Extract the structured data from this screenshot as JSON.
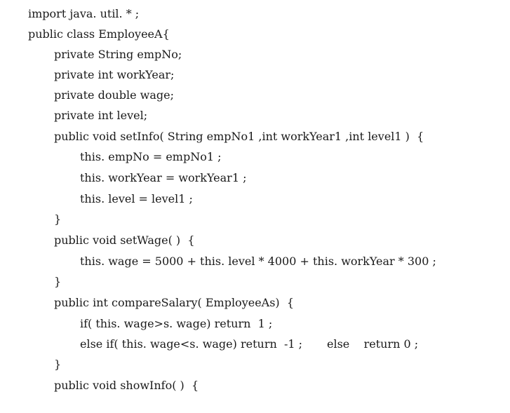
{
  "code_lines": [
    "import java. util. * ;",
    "public class EmployeeA{",
    "private String empNo;",
    "private int workYear;",
    "private double wage;",
    "private int level;",
    "public void setInfo( String empNo1 ,int workYear1 ,int level1 )  {",
    "this. empNo = empNo1 ;",
    "this. workYear = workYear1 ;",
    "this. level = level1 ;",
    "}",
    "public void setWage( )  {",
    "this. wage = 5000 + this. level * 4000 + this. workYear * 300 ;",
    "}",
    "public int compareSalary( EmployeeAs)  {",
    "if( this. wage>s. wage) return  1 ;",
    "else if( this. wage<s. wage) return  -1 ;",
    "}",
    "public void showInfo( )  {"
  ],
  "extra_segment": "else    return 0 ;",
  "colors": {
    "text": "#1a1a1a",
    "background": "#ffffff"
  }
}
